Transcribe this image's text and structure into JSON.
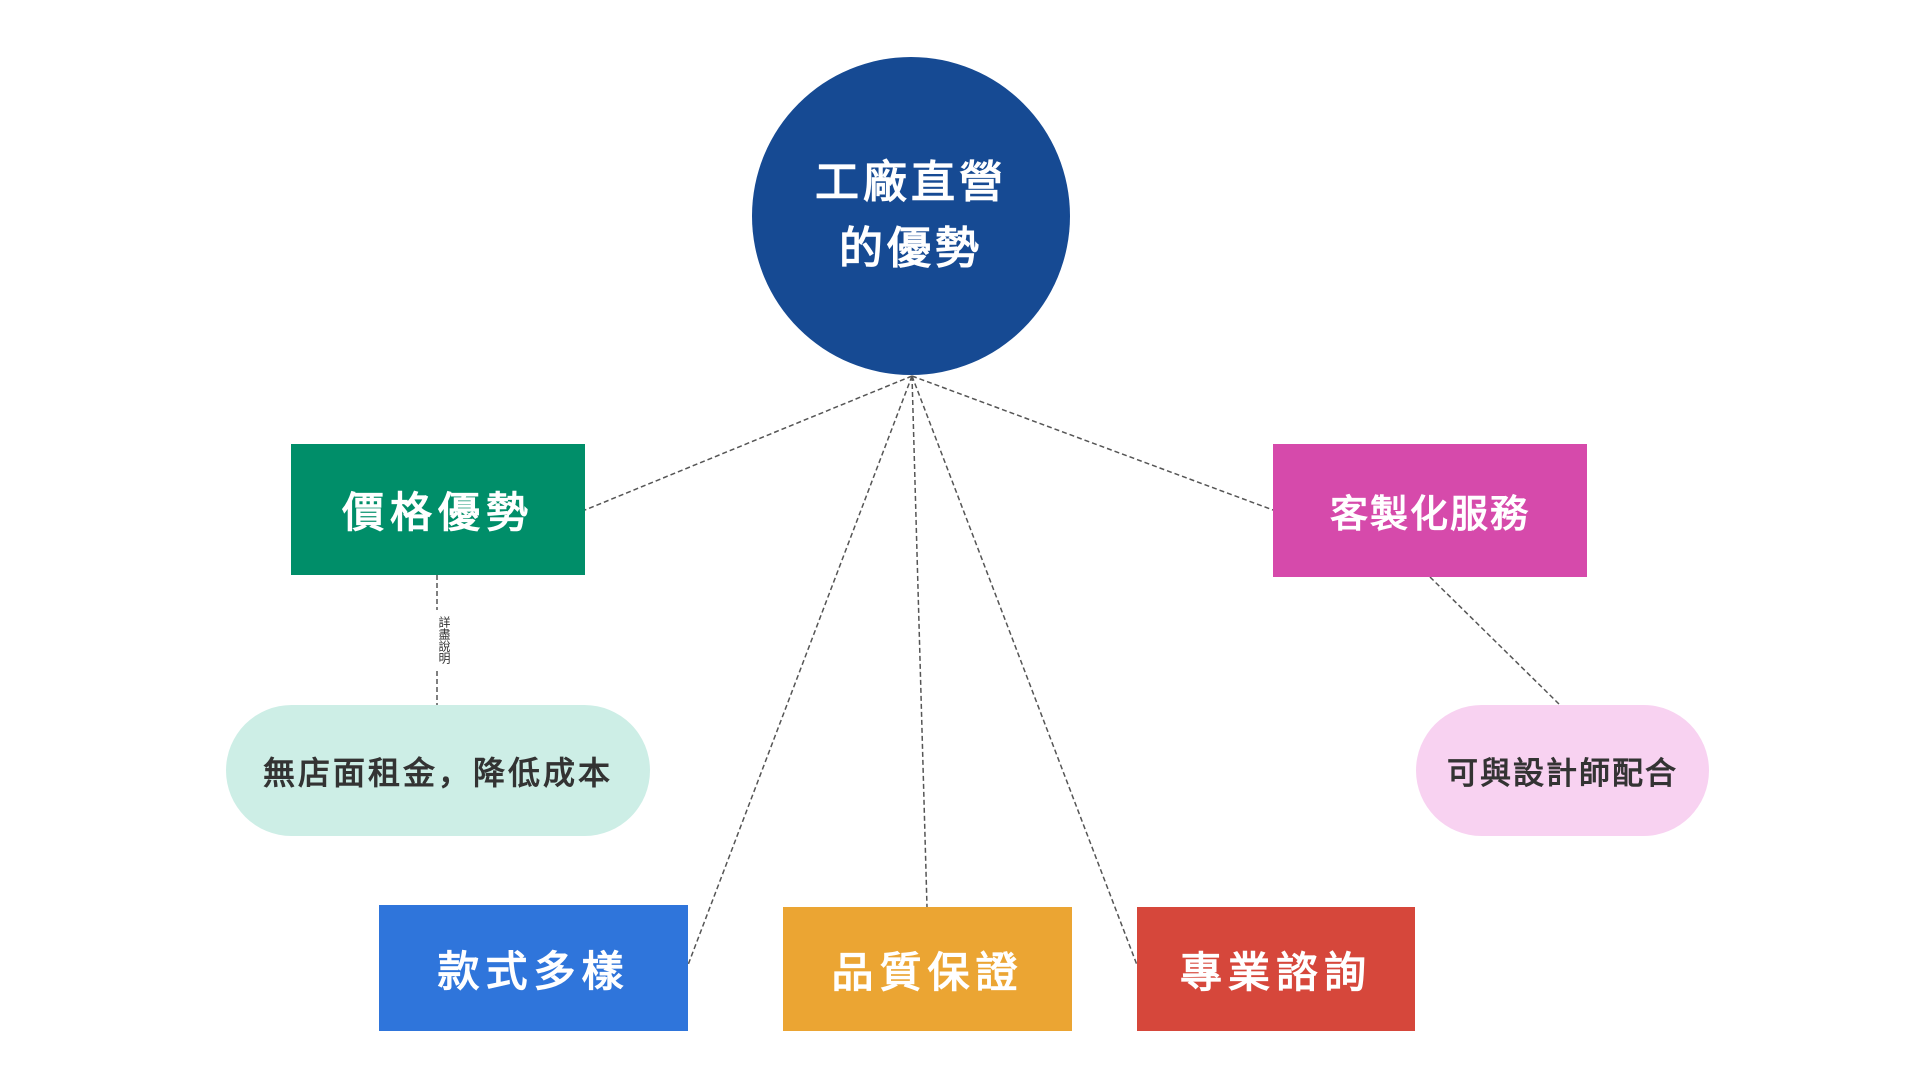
{
  "center": {
    "label": "工廠直營的優勢",
    "color": "#164a93"
  },
  "nodes": {
    "price": {
      "label": "價格優勢",
      "color": "#008e69"
    },
    "custom": {
      "label": "客製化服務",
      "color": "#d64aab"
    },
    "styles": {
      "label": "款式多樣",
      "color": "#2f75db"
    },
    "quality": {
      "label": "品質保證",
      "color": "#eba533"
    },
    "consult": {
      "label": "專業諮詢",
      "color": "#d6473b"
    }
  },
  "details": {
    "no_rent": {
      "label": "無店面租金，降低成本",
      "color": "#cdeee6"
    },
    "designer": {
      "label": "可與設計師配合",
      "color": "#f8d2f1"
    }
  },
  "edge_labels": {
    "price_detail": "詳盡說明"
  },
  "line_color": "#555555"
}
